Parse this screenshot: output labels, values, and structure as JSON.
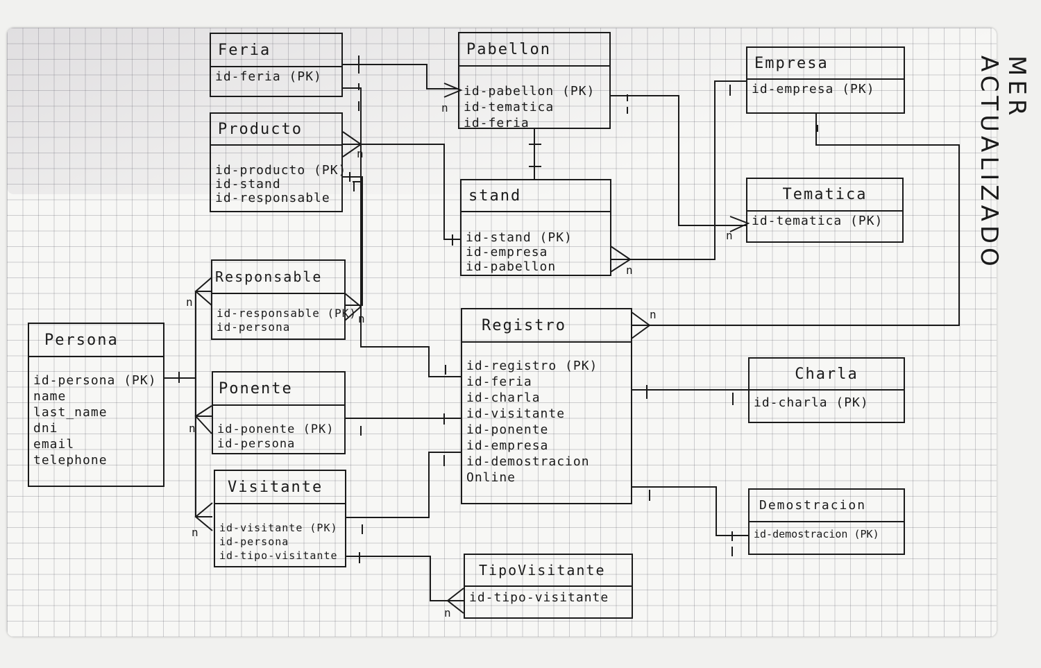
{
  "title": "MER ACTUALIZADO",
  "cardinality_n": "n",
  "entities": {
    "feria": {
      "name": "Feria",
      "attrs": [
        "id-feria (PK)"
      ]
    },
    "pabellon": {
      "name": "Pabellon",
      "attrs": [
        "id-pabellon (PK)",
        "id-tematica",
        "id-feria"
      ]
    },
    "empresa": {
      "name": "Empresa",
      "attrs": [
        "id-empresa (PK)"
      ]
    },
    "producto": {
      "name": "Producto",
      "attrs": [
        "id-producto (PK)",
        "id-stand",
        "id-responsable"
      ]
    },
    "stand": {
      "name": "stand",
      "attrs": [
        "id-stand (PK)",
        "id-empresa",
        "id-pabellon"
      ]
    },
    "tematica": {
      "name": "Tematica",
      "attrs": [
        "id-tematica (PK)"
      ]
    },
    "responsable": {
      "name": "Responsable",
      "attrs": [
        "id-responsable (PK)",
        "id-persona"
      ]
    },
    "registro": {
      "name": "Registro",
      "attrs": [
        "id-registro (PK)",
        "id-feria",
        "id-charla",
        "id-visitante",
        "id-ponente",
        "id-empresa",
        "id-demostracion",
        "Online"
      ]
    },
    "persona": {
      "name": "Persona",
      "attrs": [
        "id-persona (PK)",
        "name",
        "last_name",
        "dni",
        "email",
        "telephone"
      ]
    },
    "charla": {
      "name": "Charla",
      "attrs": [
        "id-charla (PK)"
      ]
    },
    "ponente": {
      "name": "Ponente",
      "attrs": [
        "id-ponente (PK)",
        "id-persona"
      ]
    },
    "visitante": {
      "name": "Visitante",
      "attrs": [
        "id-visitante (PK)",
        "id-persona",
        "id-tipo-visitante"
      ]
    },
    "demostracion": {
      "name": "Demostracion",
      "attrs": [
        "id-demostracion (PK)"
      ]
    },
    "tipovisitante": {
      "name": "TipoVisitante",
      "attrs": [
        "id-tipo-visitante"
      ]
    }
  }
}
